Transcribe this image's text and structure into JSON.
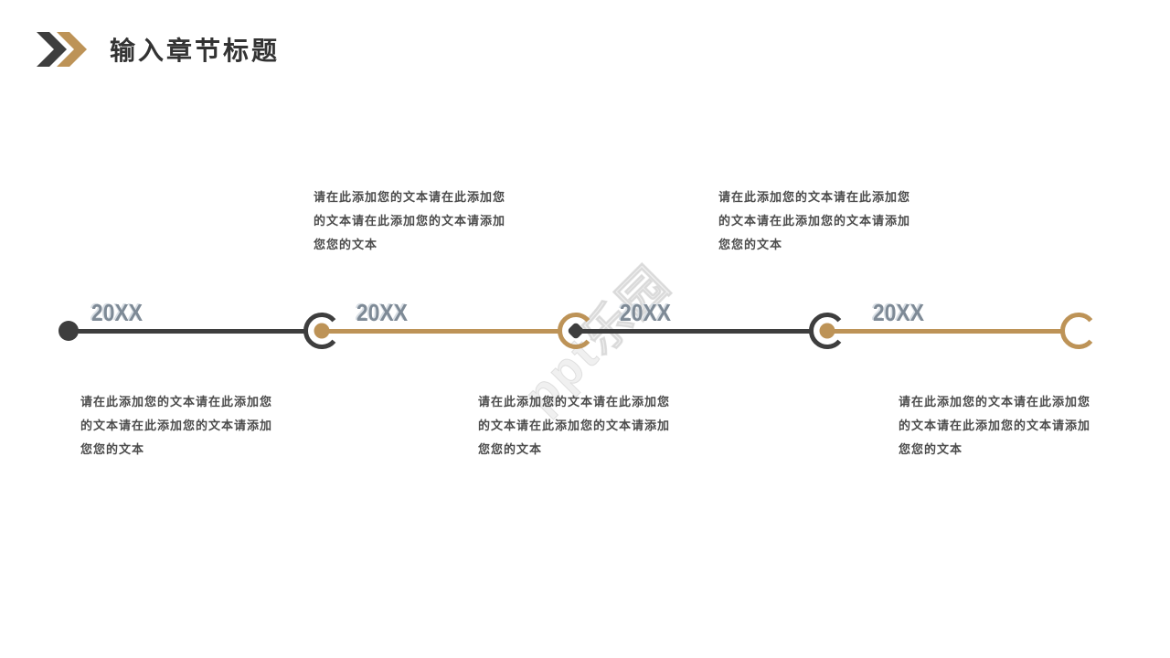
{
  "slide": {
    "title": "输入章节标题",
    "watermark": "ppt乐园"
  },
  "icons": {
    "header_icon": "double-chevron-right-icon",
    "node_ring": "c-ring-icon",
    "start_marker": "filled-dot-icon"
  },
  "colors": {
    "dark": "#3e3e3e",
    "gold": "#bd9357",
    "year_label": "#7e8a96",
    "body_text": "#4c4c4c",
    "title_text": "#333333"
  },
  "timeline": {
    "labels": [
      "20XX",
      "20XX",
      "20XX",
      "20XX"
    ],
    "blocks": [
      {
        "position": "bottom",
        "text": "请在此添加您的文本请在此添加您的文本请在此添加您的文本请添加您您的文本"
      },
      {
        "position": "top",
        "text": "请在此添加您的文本请在此添加您的文本请在此添加您的文本请添加您您的文本"
      },
      {
        "position": "bottom",
        "text": "请在此添加您的文本请在此添加您的文本请在此添加您的文本请添加您您的文本"
      },
      {
        "position": "top",
        "text": "请在此添加您的文本请在此添加您的文本请在此添加您的文本请添加您您的文本"
      },
      {
        "position": "bottom",
        "text": "请在此添加您的文本请在此添加您的文本请在此添加您的文本请添加您您的文本"
      }
    ]
  }
}
